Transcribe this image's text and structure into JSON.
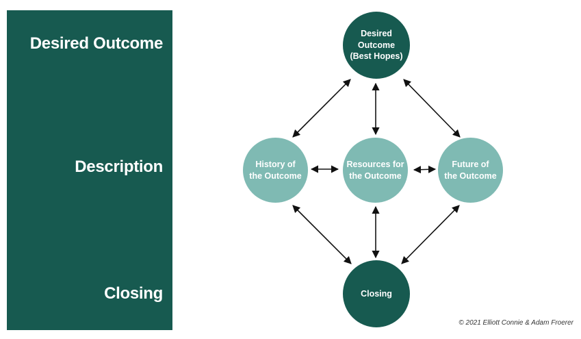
{
  "stages": [
    {
      "label": "Desired Outcome"
    },
    {
      "label": "Description"
    },
    {
      "label": "Closing"
    }
  ],
  "nodes": {
    "desired": "Desired\nOutcome\n(Best Hopes)",
    "history": "History of\nthe Outcome",
    "resources": "Resources for\nthe Outcome",
    "future": "Future of\nthe Outcome",
    "closing": "Closing"
  },
  "colors": {
    "dark_green": "#175a50",
    "light_teal": "#7fbab3",
    "arrow": "#111111"
  },
  "copyright": "© 2021 Elliott Connie & Adam Froerer"
}
